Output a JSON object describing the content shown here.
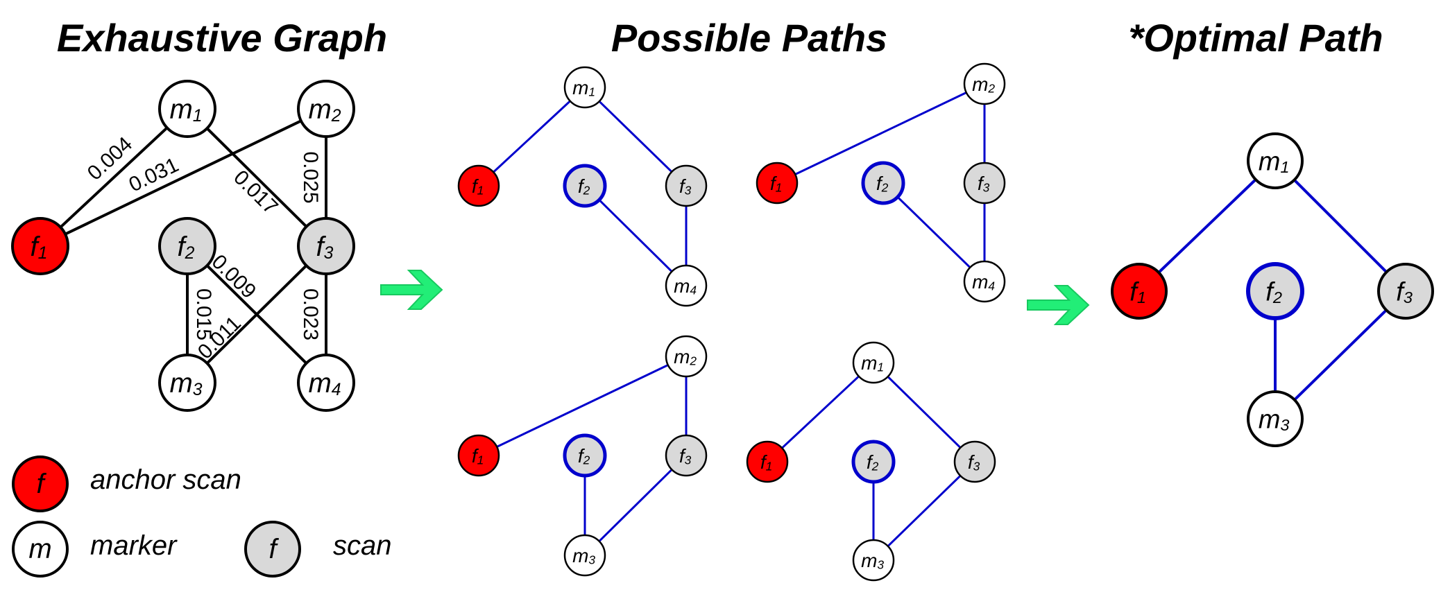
{
  "titles": {
    "exhaustive": "Exhaustive Graph",
    "possible": "Possible Paths",
    "optimal": "*Optimal Path"
  },
  "colors": {
    "anchor": "#ff0000",
    "scan": "#d9d9d9",
    "marker": "#ffffff",
    "path_edge": "#0000cc",
    "graph_edge": "#000000",
    "arrow": "#22ee77"
  },
  "node_labels": {
    "f1": [
      "f",
      "1"
    ],
    "f2": [
      "f",
      "2"
    ],
    "f3": [
      "f",
      "3"
    ],
    "m1": [
      "m",
      "1"
    ],
    "m2": [
      "m",
      "2"
    ],
    "m3": [
      "m",
      "3"
    ],
    "m4": [
      "m",
      "4"
    ]
  },
  "exhaustive_graph": {
    "nodes": [
      {
        "id": "m1",
        "kind": "marker"
      },
      {
        "id": "m2",
        "kind": "marker"
      },
      {
        "id": "f1",
        "kind": "anchor"
      },
      {
        "id": "f2",
        "kind": "scan"
      },
      {
        "id": "f3",
        "kind": "scan"
      },
      {
        "id": "m3",
        "kind": "marker"
      },
      {
        "id": "m4",
        "kind": "marker"
      }
    ],
    "edges": [
      {
        "from": "f1",
        "to": "m1",
        "weight": "0.004"
      },
      {
        "from": "f1",
        "to": "m2",
        "weight": "0.031"
      },
      {
        "from": "m1",
        "to": "f3",
        "weight": "0.017"
      },
      {
        "from": "m2",
        "to": "f3",
        "weight": "0.025"
      },
      {
        "from": "f2",
        "to": "m3",
        "weight": "0.015"
      },
      {
        "from": "f2",
        "to": "m4",
        "weight": "0.009"
      },
      {
        "from": "f3",
        "to": "m3",
        "weight": "0.011"
      },
      {
        "from": "f3",
        "to": "m4",
        "weight": "0.023"
      }
    ]
  },
  "possible_paths": [
    {
      "edges": [
        [
          "f1",
          "m1"
        ],
        [
          "m1",
          "f3"
        ],
        [
          "f3",
          "m4"
        ],
        [
          "m4",
          "f2"
        ]
      ]
    },
    {
      "edges": [
        [
          "f1",
          "m2"
        ],
        [
          "m2",
          "f3"
        ],
        [
          "f3",
          "m4"
        ],
        [
          "m4",
          "f2"
        ]
      ]
    },
    {
      "edges": [
        [
          "f1",
          "m2"
        ],
        [
          "m2",
          "f3"
        ],
        [
          "f3",
          "m3"
        ],
        [
          "m3",
          "f2"
        ]
      ]
    },
    {
      "edges": [
        [
          "f1",
          "m1"
        ],
        [
          "m1",
          "f3"
        ],
        [
          "f3",
          "m3"
        ],
        [
          "m3",
          "f2"
        ]
      ]
    }
  ],
  "optimal_path": {
    "edges": [
      [
        "f1",
        "m1"
      ],
      [
        "m1",
        "f3"
      ],
      [
        "f3",
        "m3"
      ],
      [
        "m3",
        "f2"
      ]
    ]
  },
  "legend": [
    {
      "kind": "anchor",
      "symbol": "f",
      "label": "anchor scan"
    },
    {
      "kind": "marker",
      "symbol": "m",
      "label": "marker"
    },
    {
      "kind": "scan",
      "symbol": "f",
      "label": "scan"
    }
  ]
}
